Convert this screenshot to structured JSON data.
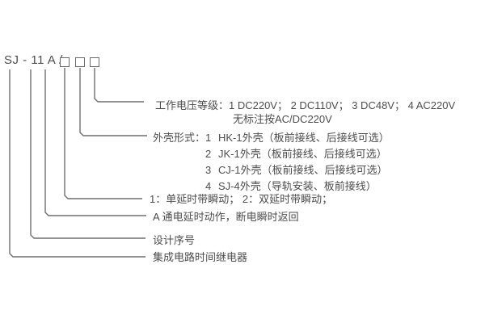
{
  "model": {
    "code": "SJ - 11 A /"
  },
  "labels": {
    "voltage": {
      "text": "工作电压等级：1 DC220V；  2 DC110V；  3 DC48V；  4 AC220V",
      "note": "无标注按AC/DC220V"
    },
    "shell": {
      "label": "外壳形式：",
      "options": [
        {
          "num": "1",
          "text": "HK-1外壳（板前接线、后接线可选）"
        },
        {
          "num": "2",
          "text": "JK-1外壳（板前接线、后接线可选）"
        },
        {
          "num": "3",
          "text": "CJ-1外壳（板前接线、后接线可选）"
        },
        {
          "num": "4",
          "text": "SJ-4外壳（导轨安装、板前接线）"
        }
      ]
    },
    "delay_type": "1：单延时带瞬动； 2：双延时带瞬动；",
    "action_mode": "A 通电延时动作，断电瞬时返回",
    "design_serial": "设计序号",
    "product_name": "集成电路时间继电器"
  },
  "colors": {
    "background": "#ffffff",
    "text": "#4d4d4d",
    "line": "#6e6e6e"
  }
}
